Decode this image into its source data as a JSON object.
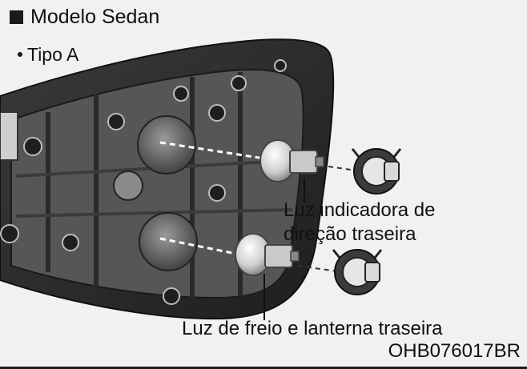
{
  "header": {
    "section_title": "Modelo Sedan",
    "subsection_title": "Tipo A"
  },
  "labels": {
    "turn_signal_line1": "Luz indicadora de",
    "turn_signal_line2": "direção traseira",
    "brake_tail": "Luz de freio e lanterna traseira"
  },
  "figure_code": "OHB076017BR",
  "colors": {
    "background": "#f1f1f1",
    "housing_dark": "#2b2b2b",
    "housing_mid": "#6e6e6e",
    "bulb_light": "#d9d9d9",
    "text": "#111111"
  },
  "icons": [
    "square-bullet-icon",
    "round-bullet-icon"
  ]
}
